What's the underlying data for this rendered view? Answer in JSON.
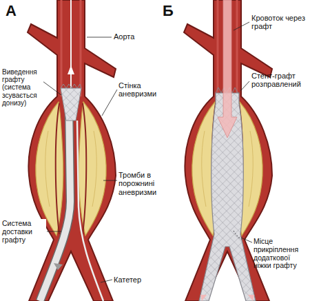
{
  "diagram": {
    "labels": [
      "А",
      "Аорта",
      "Виведення графту (система зсувається донизу)",
      "Стінка аневризми",
      "Тромби в порожнині аневризми",
      "Система доставки графту",
      "Катетер",
      "Б",
      "Кровоток через графт",
      "Стент-графт розправлений",
      "Місце прикріплення додаткової ніжки графту"
    ]
  }
}
